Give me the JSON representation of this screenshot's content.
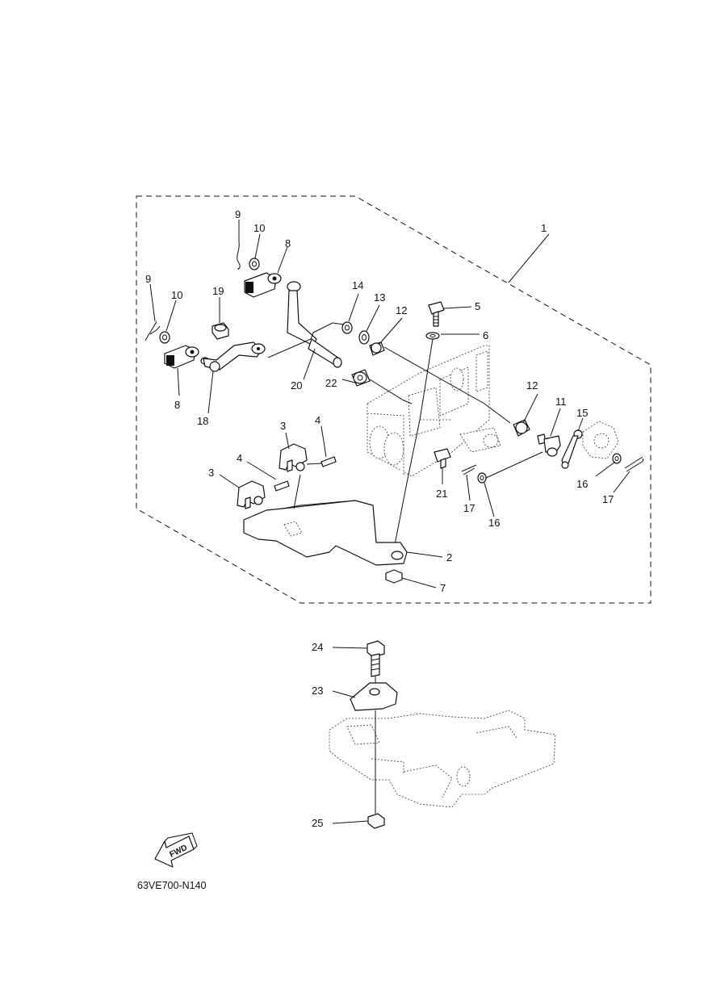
{
  "diagram_code": "63VE700-N140",
  "fwd_label": "FWD",
  "callouts": [
    "1",
    "2",
    "3",
    "3",
    "4",
    "4",
    "5",
    "6",
    "7",
    "8",
    "8",
    "9",
    "9",
    "10",
    "10",
    "11",
    "12",
    "12",
    "13",
    "14",
    "15",
    "16",
    "16",
    "17",
    "17",
    "18",
    "19",
    "20",
    "21",
    "22",
    "23",
    "24",
    "25"
  ]
}
